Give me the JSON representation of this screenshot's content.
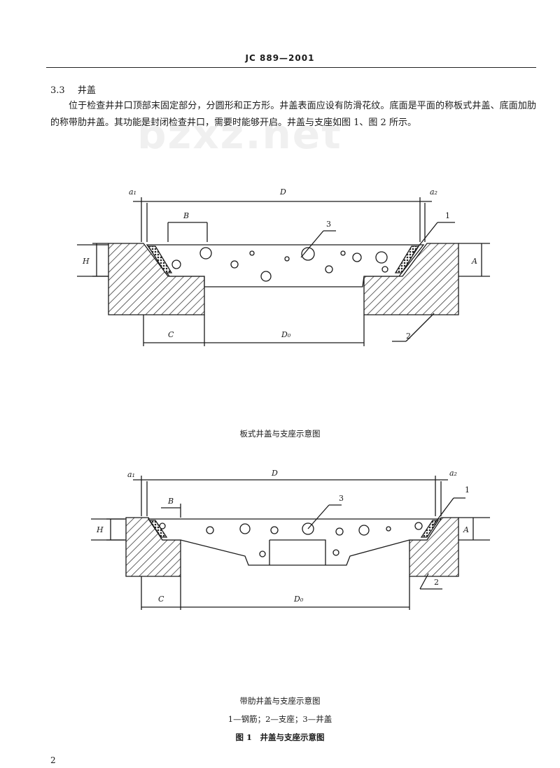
{
  "header": {
    "standard_code": "JC 889—2001"
  },
  "section": {
    "number": "3.3",
    "title": "井盖"
  },
  "paragraph": "位于检查井井口顶部末固定部分，分圆形和正方形。井盖表面应设有防滑花纹。底面是平面的称板式井盖、底面加肋的称带肋井盖。其功能是封闭检查井口，需要时能够开启。井盖与支座如图 1、图 2 所示。",
  "watermark": "bzxz.net",
  "figure_a": {
    "caption": "板式井盖与支座示意图",
    "labels": {
      "a1": "a₁",
      "a2": "a₂",
      "D": "D",
      "B": "B",
      "H": "H",
      "A": "A",
      "C": "C",
      "D0": "D₀",
      "n1": "1",
      "n2": "2",
      "n3": "3"
    }
  },
  "figure_b": {
    "caption": "带肋井盖与支座示意图",
    "labels": {
      "a1": "a₁",
      "a2": "a₂",
      "D": "D",
      "B": "B",
      "H": "H",
      "A": "A",
      "C": "C",
      "D0": "D₀",
      "n1": "1",
      "n2": "2",
      "n3": "3"
    }
  },
  "legend": "1—钢筋；2—支座；3—井盖",
  "figure_title": "图 1　井盖与支座示意图",
  "page_number": "2",
  "colors": {
    "ink": "#1a1a1a",
    "paper": "#ffffff"
  }
}
